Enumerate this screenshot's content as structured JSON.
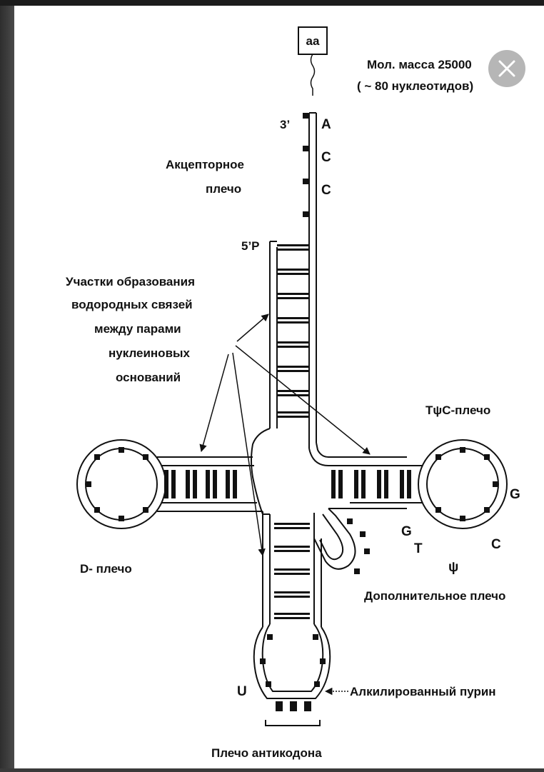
{
  "diagram": {
    "aa": "aa",
    "mass_line1": "Мол. масса 25000",
    "mass_line2": "( ~ 80 нуклеотидов)",
    "three_prime": "3’",
    "five_prime": "5’P",
    "nuc_a": "A",
    "nuc_c1": "C",
    "nuc_c2": "C",
    "acceptor_line1": "Акцепторное",
    "acceptor_line2": "плечо",
    "hbond_line1": "Участки образования",
    "hbond_line2": "водородных связей",
    "hbond_line3": "между парами",
    "hbond_line4": "нуклеиновых",
    "hbond_line5": "оснований",
    "tpsic_arm": "TψC-плечо",
    "nuc_g1": "G",
    "nuc_g2": "G",
    "nuc_t": "T",
    "nuc_c3": "C",
    "psi": "ψ",
    "d_arm": "D- плечо",
    "extra_arm": "Дополнительное плечо",
    "u": "U",
    "alkyl_purine": "Алкилированный пурин",
    "anticodon_arm": "Плечо антикодона"
  },
  "close_icon": "close-icon"
}
